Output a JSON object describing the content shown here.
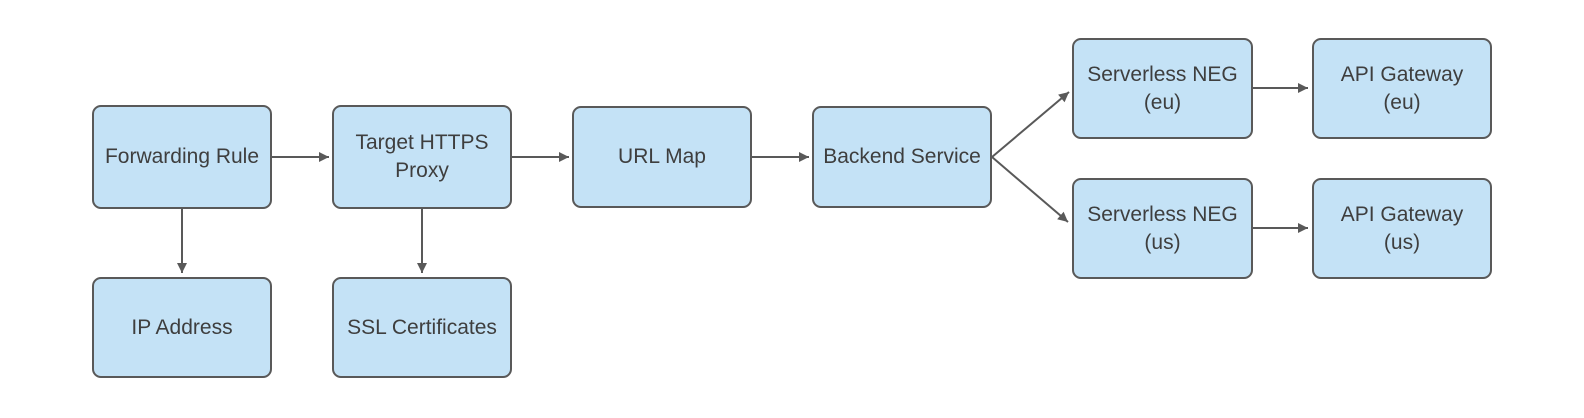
{
  "diagram": {
    "type": "flowchart",
    "colors": {
      "background": "#ffffff",
      "node_fill": "#c4e2f6",
      "node_border": "#595959",
      "arrow": "#595959",
      "text": "#3e3e3e"
    },
    "nodes": [
      {
        "id": "forwarding-rule",
        "label": "Forwarding Rule",
        "lines": [
          "Forwarding Rule"
        ]
      },
      {
        "id": "target-https-proxy",
        "label": "Target HTTPS Proxy",
        "lines": [
          "Target HTTPS",
          "Proxy"
        ]
      },
      {
        "id": "url-map",
        "label": "URL Map",
        "lines": [
          "URL Map"
        ]
      },
      {
        "id": "backend-service",
        "label": "Backend Service",
        "lines": [
          "Backend Service"
        ]
      },
      {
        "id": "serverless-neg-eu",
        "label": "Serverless NEG (eu)",
        "lines": [
          "Serverless NEG",
          "(eu)"
        ]
      },
      {
        "id": "api-gateway-eu",
        "label": "API Gateway (eu)",
        "lines": [
          "API Gateway",
          "(eu)"
        ]
      },
      {
        "id": "serverless-neg-us",
        "label": "Serverless NEG (us)",
        "lines": [
          "Serverless NEG",
          "(us)"
        ]
      },
      {
        "id": "api-gateway-us",
        "label": "API Gateway (us)",
        "lines": [
          "API Gateway",
          "(us)"
        ]
      },
      {
        "id": "ip-address",
        "label": "IP Address",
        "lines": [
          "IP Address"
        ]
      },
      {
        "id": "ssl-certificates",
        "label": "SSL Certificates",
        "lines": [
          "SSL Certificates"
        ]
      }
    ],
    "edges": [
      {
        "from": "forwarding-rule",
        "to": "target-https-proxy",
        "direction": "right"
      },
      {
        "from": "target-https-proxy",
        "to": "url-map",
        "direction": "right"
      },
      {
        "from": "url-map",
        "to": "backend-service",
        "direction": "right"
      },
      {
        "from": "backend-service",
        "to": "serverless-neg-eu",
        "direction": "up-right"
      },
      {
        "from": "backend-service",
        "to": "serverless-neg-us",
        "direction": "down-right"
      },
      {
        "from": "serverless-neg-eu",
        "to": "api-gateway-eu",
        "direction": "right"
      },
      {
        "from": "serverless-neg-us",
        "to": "api-gateway-us",
        "direction": "right"
      },
      {
        "from": "forwarding-rule",
        "to": "ip-address",
        "direction": "down"
      },
      {
        "from": "target-https-proxy",
        "to": "ssl-certificates",
        "direction": "down"
      }
    ]
  }
}
